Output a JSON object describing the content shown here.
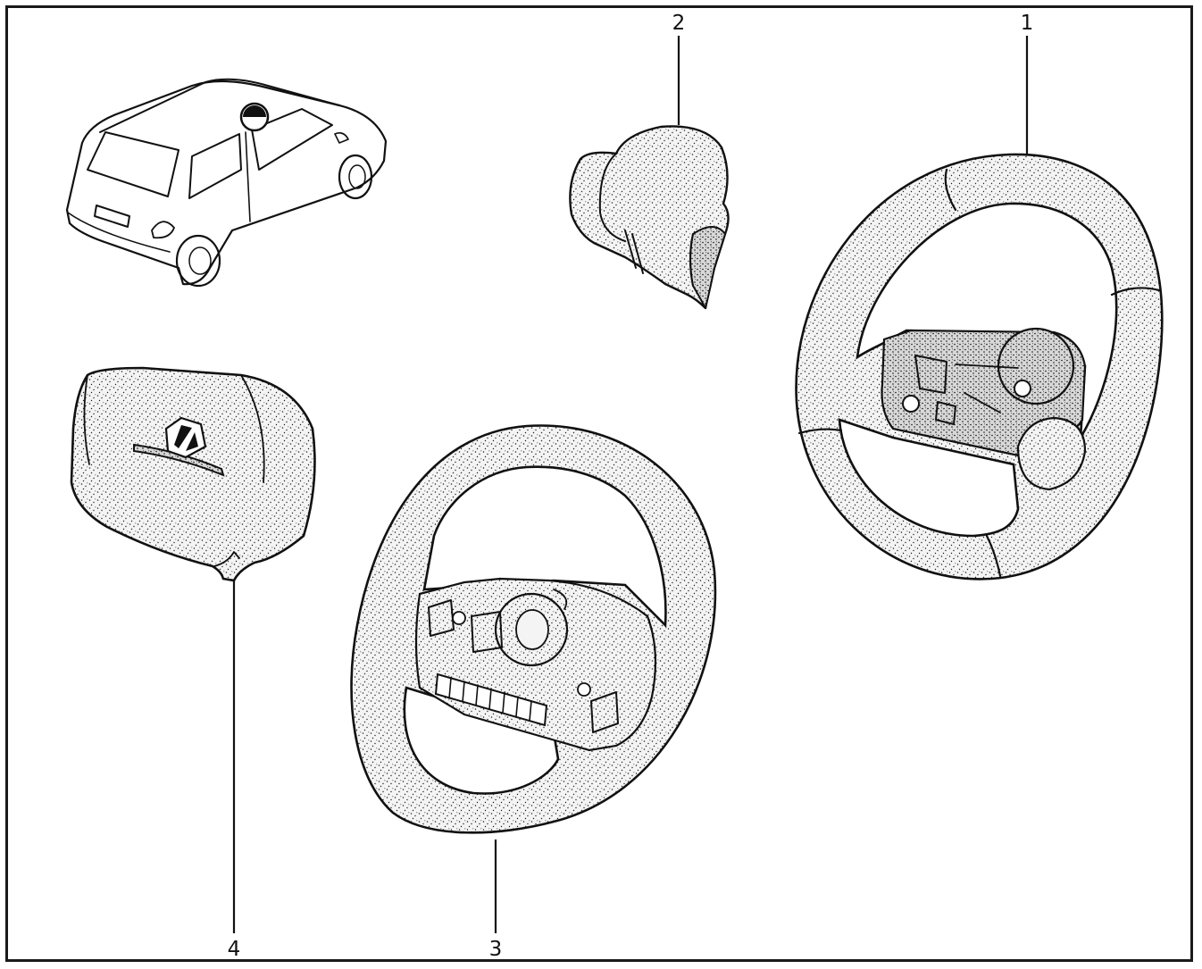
{
  "figure": {
    "frame_color": "#1a1a1a",
    "ink_color": "#111111",
    "callouts": [
      {
        "id": "1",
        "label": "1"
      },
      {
        "id": "2",
        "label": "2"
      },
      {
        "id": "3",
        "label": "3"
      },
      {
        "id": "4",
        "label": "4"
      }
    ],
    "parts": [
      {
        "callout": "1",
        "icon": "steering-wheel-two-spoke-icon"
      },
      {
        "callout": "2",
        "icon": "column-shroud-icon"
      },
      {
        "callout": "3",
        "icon": "steering-wheel-with-switches-icon"
      },
      {
        "callout": "4",
        "icon": "airbag-cover-icon"
      },
      {
        "callout": "",
        "icon": "car-location-icon"
      }
    ]
  }
}
